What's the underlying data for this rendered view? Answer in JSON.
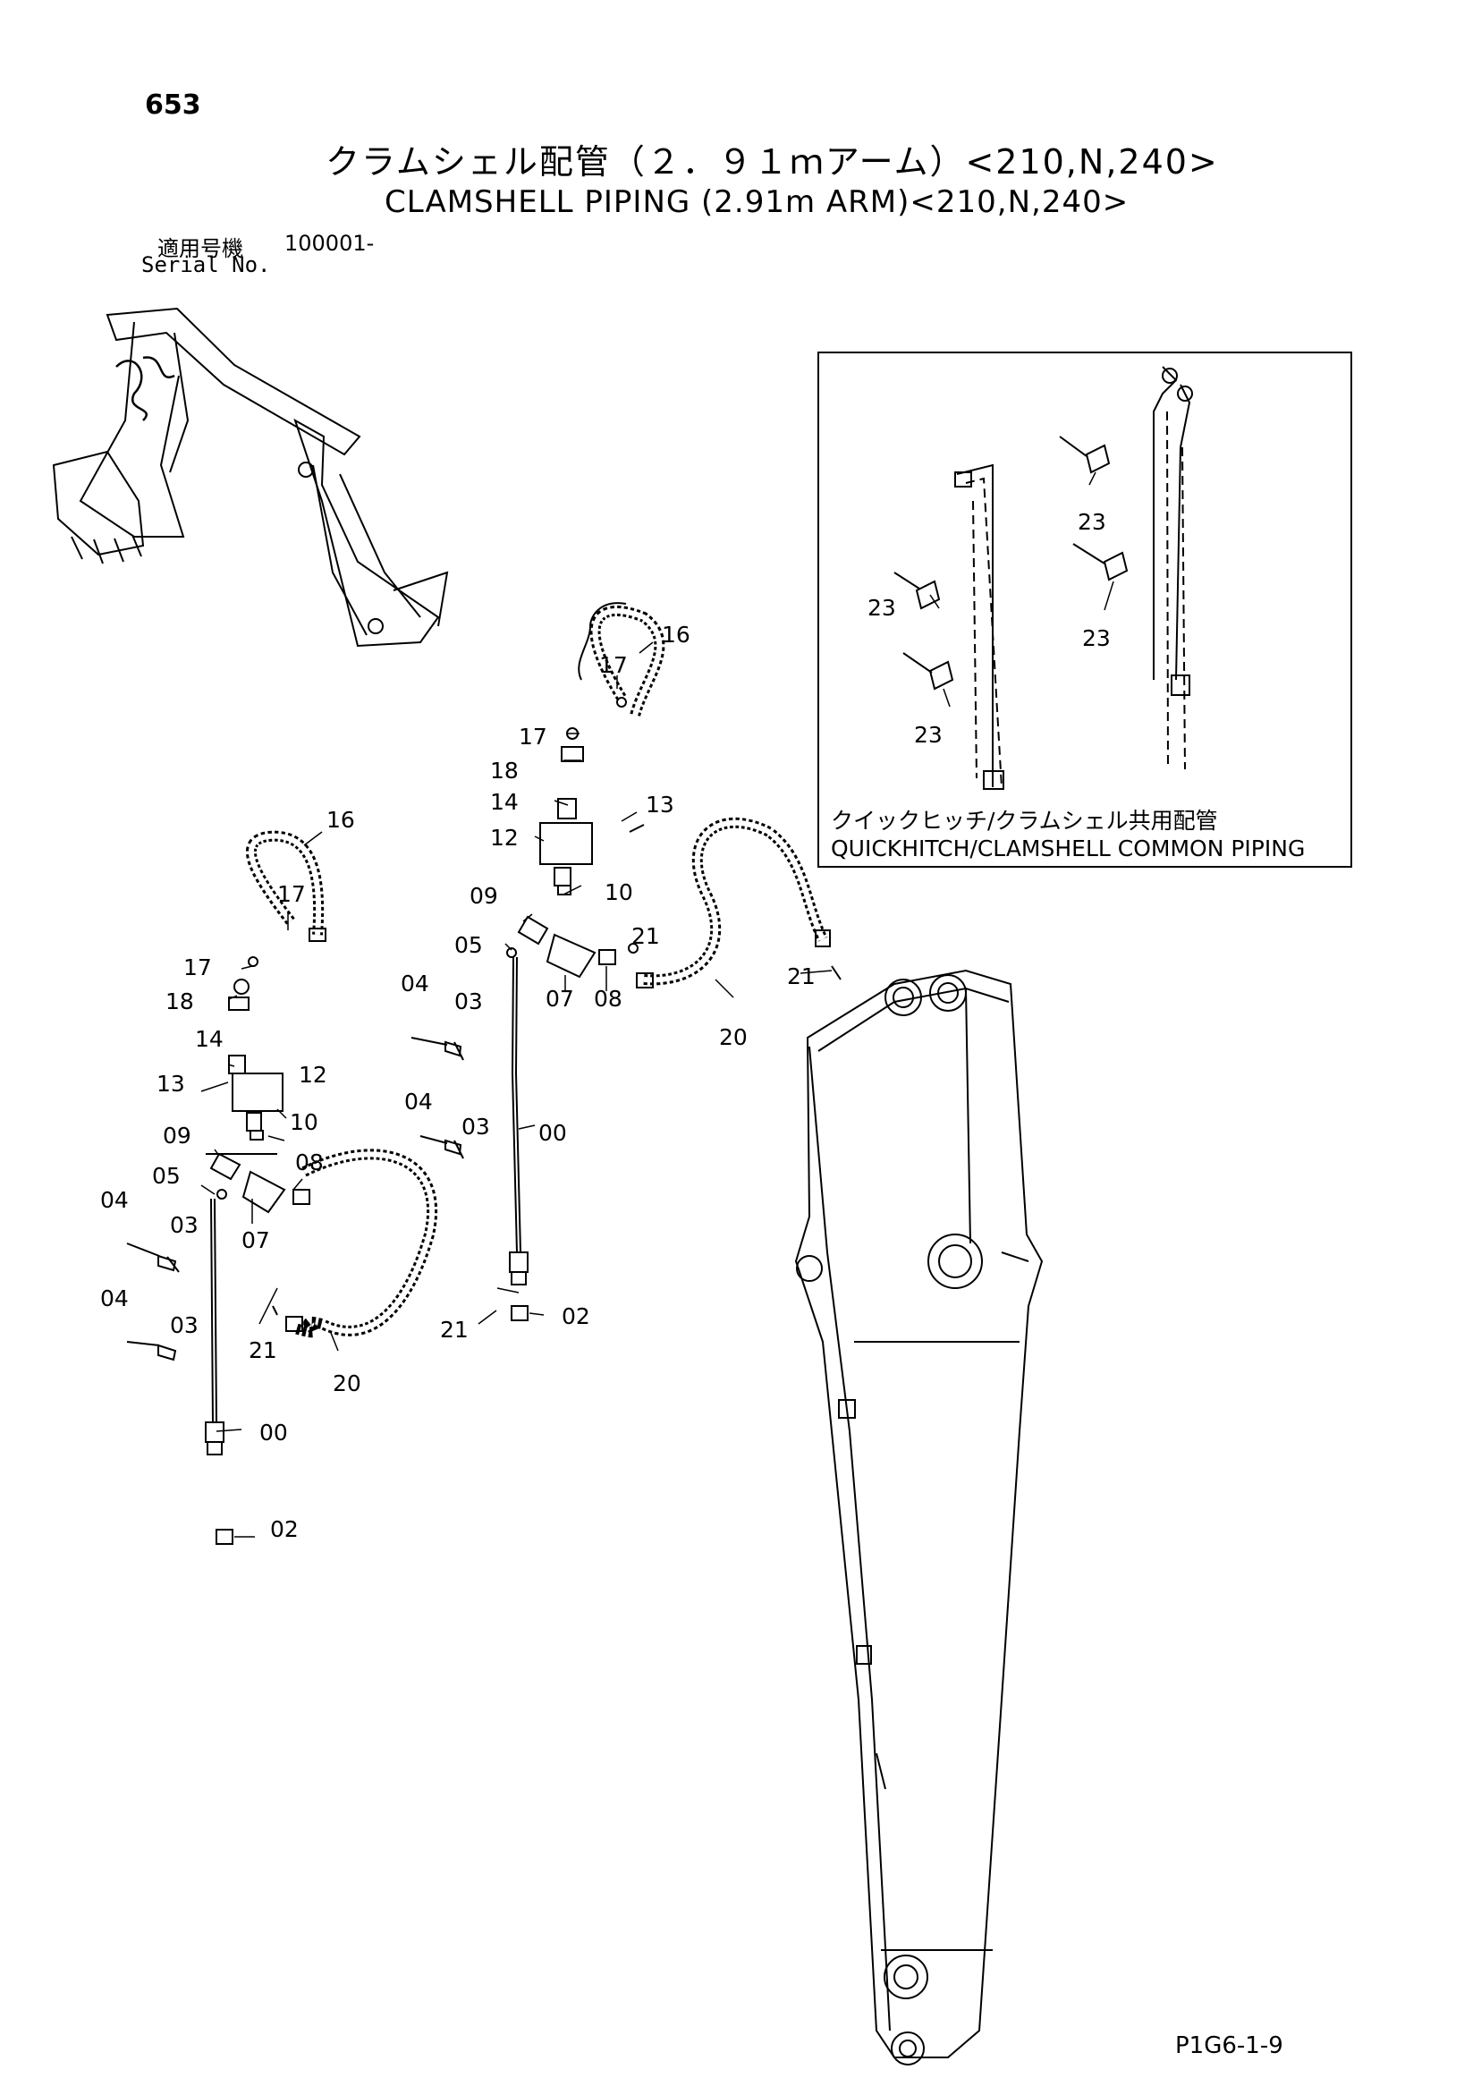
{
  "page_number": "653",
  "title_jp": "クラムシェル配管（２．９１ｍアーム）<210,N,240>",
  "title_en": "CLAMSHELL PIPING (2.91m ARM)<210,N,240>",
  "serial": {
    "label_jp": "適用号機",
    "value": "100001-",
    "label_en": "Serial No."
  },
  "inset_caption": {
    "jp": "クイックヒッチ/クラムシェル共用配管",
    "en": "QUICKHITCH/CLAMSHELL COMMON PIPING"
  },
  "figure_code": "P1G6-1-9",
  "callouts": {
    "c00": "00",
    "c02": "02",
    "c03": "03",
    "c04": "04",
    "c05": "05",
    "c07": "07",
    "c08": "08",
    "c09": "09",
    "c10": "10",
    "c12": "12",
    "c13": "13",
    "c14": "14",
    "c16": "16",
    "c17": "17",
    "c18": "18",
    "c20": "20",
    "c21": "21",
    "c23": "23"
  }
}
